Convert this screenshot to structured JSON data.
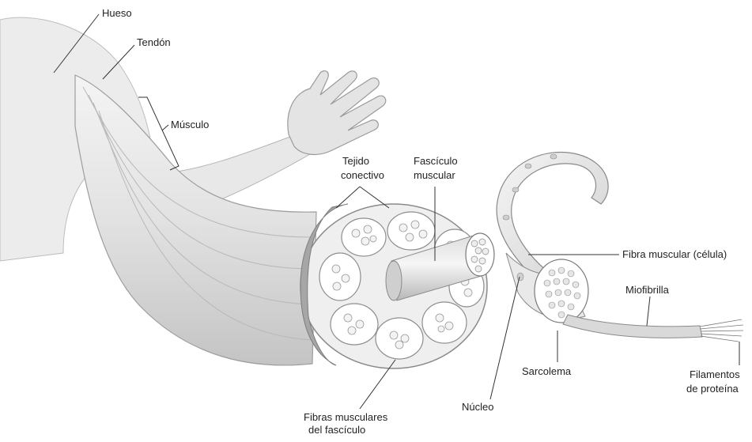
{
  "diagram": {
    "labels": {
      "hueso": "Hueso",
      "tendon": "Tendón",
      "musculo": "Músculo",
      "tejido_conectivo_1": "Tejido",
      "tejido_conectivo_2": "conectivo",
      "fasciculo_muscular_1": "Fascículo",
      "fasciculo_muscular_2": "muscular",
      "fibra_muscular": "Fibra muscular (célula)",
      "miofibrilla": "Miofibrilla",
      "filamentos_1": "Filamentos",
      "filamentos_2": "de proteína",
      "sarcolema": "Sarcolema",
      "nucleo": "Núcleo",
      "fibras_fasciculo_1": "Fibras musculares",
      "fibras_fasciculo_2": "del fascículo"
    },
    "colors": {
      "ink": "#222222",
      "tissue_light": "#f1f1f1",
      "tissue_mid": "#d6d6d6",
      "tissue_dark": "#9a9a9a",
      "line": "#333333"
    }
  }
}
